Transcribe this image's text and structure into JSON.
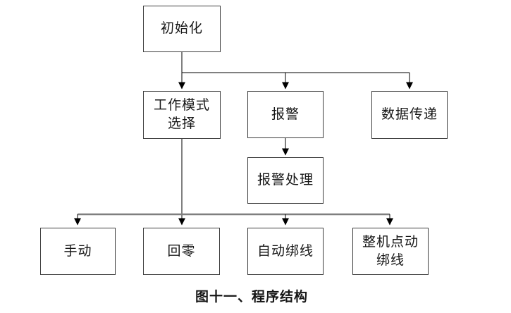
{
  "figure": {
    "caption": "图十一、程序结构"
  },
  "diagram": {
    "type": "flowchart",
    "nodes": [
      {
        "id": "init",
        "label": "初始化"
      },
      {
        "id": "work-mode-select",
        "label": "工作模式选择"
      },
      {
        "id": "alarm",
        "label": "报警"
      },
      {
        "id": "data-transfer",
        "label": "数据传递"
      },
      {
        "id": "alarm-handling",
        "label": "报警处理"
      },
      {
        "id": "manual",
        "label": "手动"
      },
      {
        "id": "return-zero",
        "label": "回零"
      },
      {
        "id": "auto-binding",
        "label": "自动绑线"
      },
      {
        "id": "whole-machine-jog-binding",
        "label": "整机点动绑线"
      }
    ],
    "edges": [
      {
        "from": "init",
        "to": "work-mode-select"
      },
      {
        "from": "init",
        "to": "alarm"
      },
      {
        "from": "init",
        "to": "data-transfer"
      },
      {
        "from": "alarm",
        "to": "alarm-handling"
      },
      {
        "from": "work-mode-select",
        "to": "manual"
      },
      {
        "from": "work-mode-select",
        "to": "return-zero"
      },
      {
        "from": "work-mode-select",
        "to": "auto-binding"
      },
      {
        "from": "work-mode-select",
        "to": "whole-machine-jog-binding"
      }
    ],
    "colors": {
      "background": "#ffffff",
      "box_border": "#3d3d3d",
      "connector": "#000000",
      "connector_gray": "#7f7f7f",
      "text": "#161616"
    }
  }
}
